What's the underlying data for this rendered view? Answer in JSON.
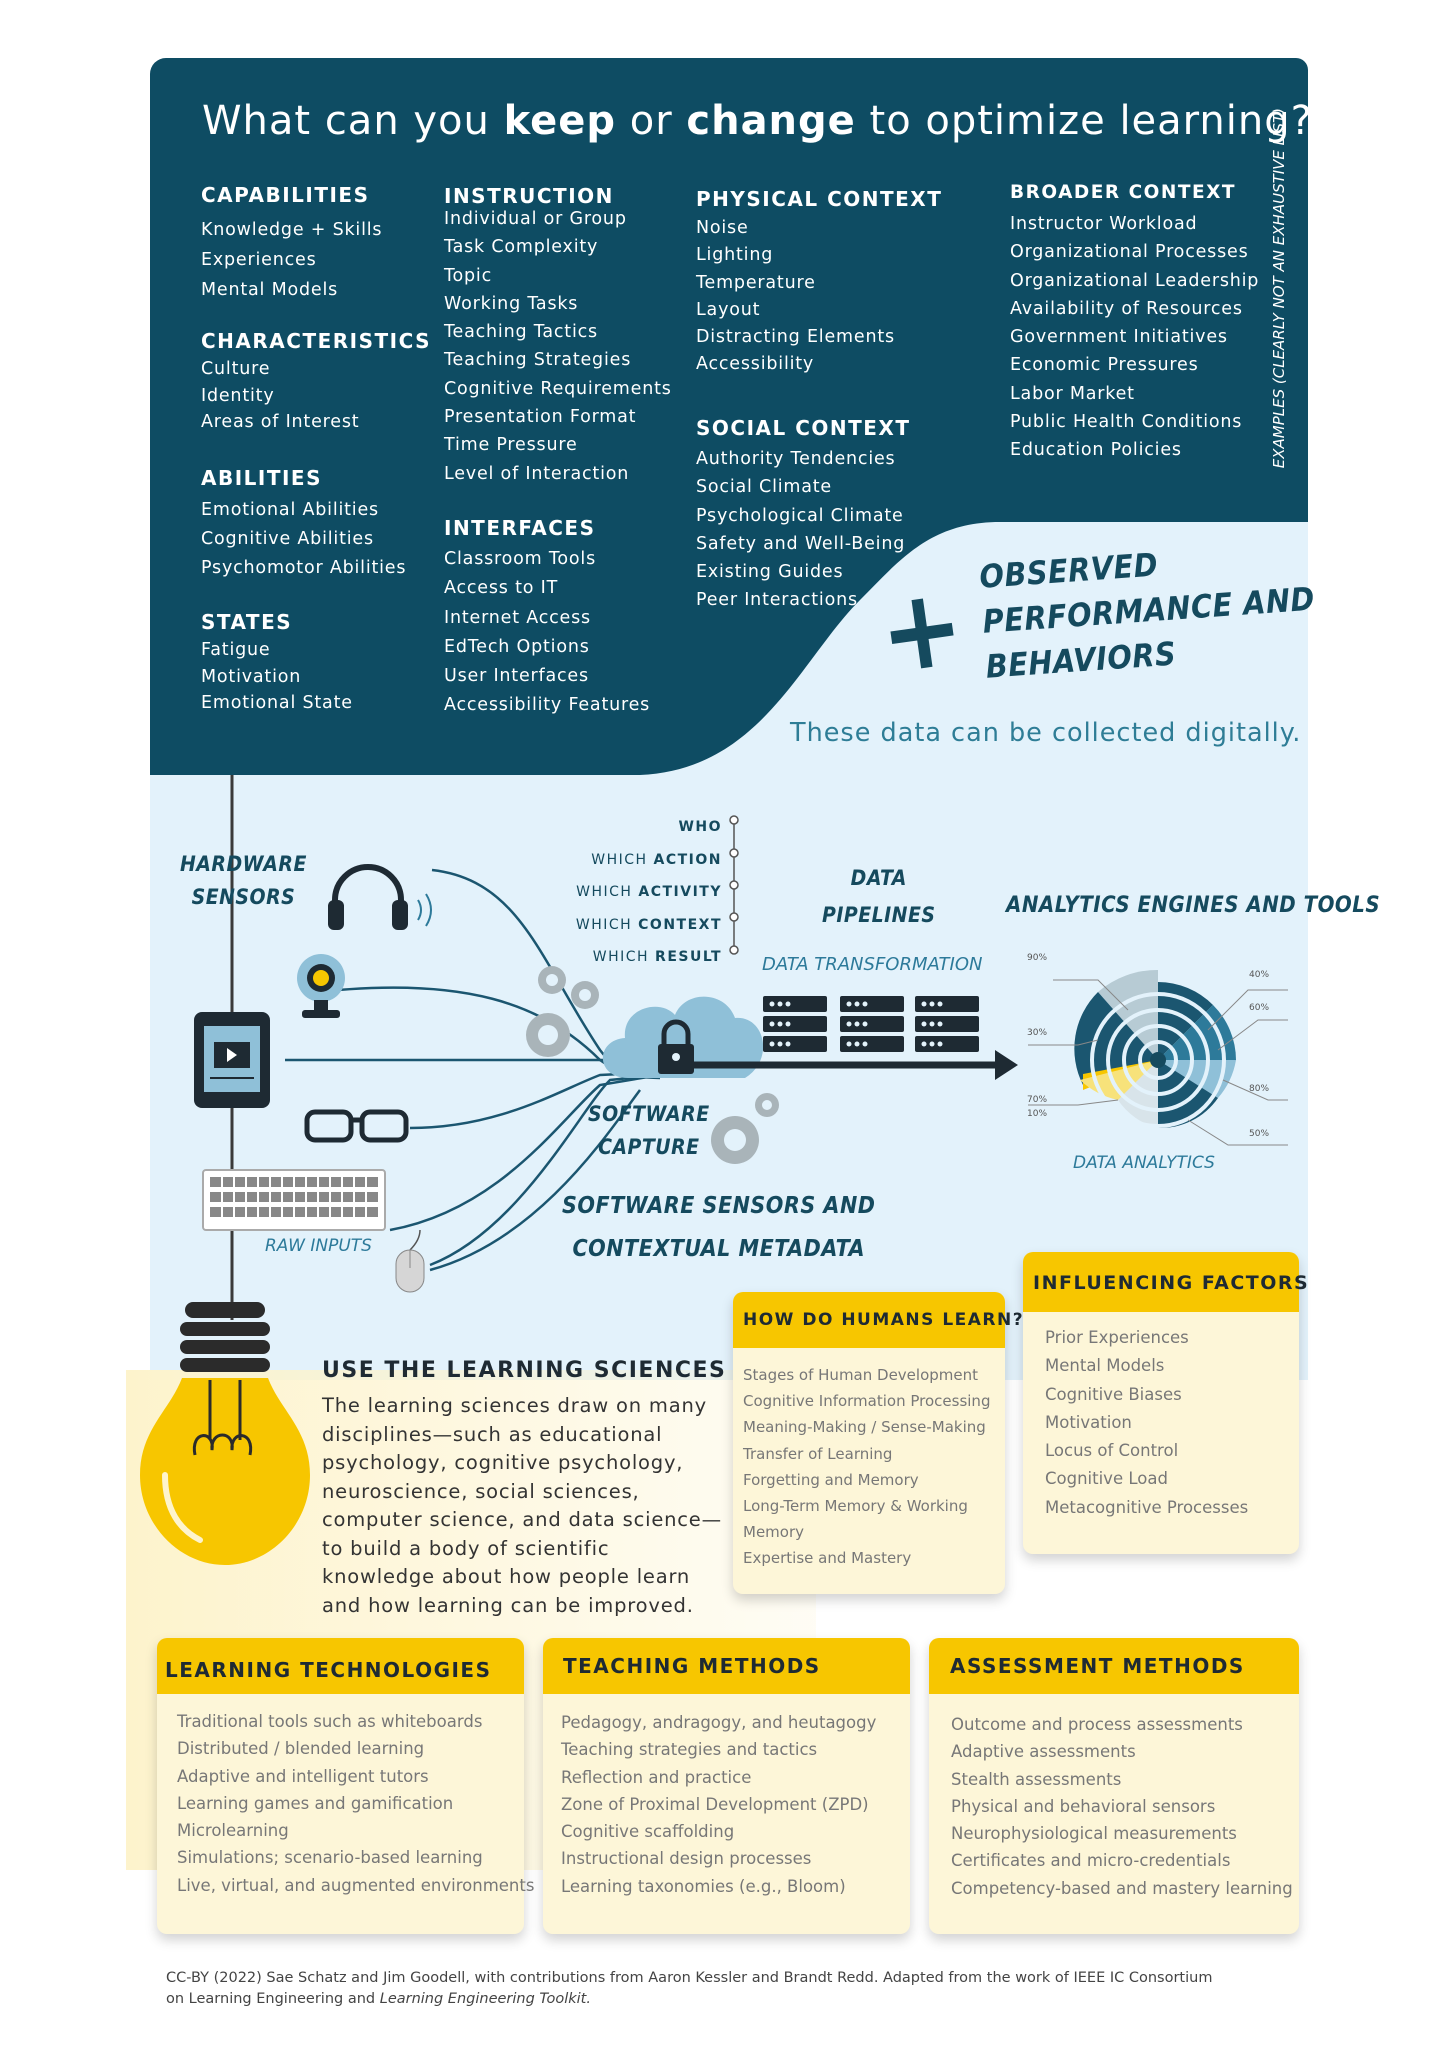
{
  "title": {
    "pre": "What can you ",
    "keep": "keep",
    "mid": " or ",
    "change": "change",
    "post": " to optimize learning?"
  },
  "side_note": "EXAMPLES (CLEARLY NOT AN EXHAUSTIVE LIST)",
  "col1": {
    "capabilities": {
      "heading": "CAPABILITIES",
      "items": [
        "Knowledge + Skills",
        "Experiences",
        "Mental Models"
      ]
    },
    "characteristics": {
      "heading": "CHARACTERISTICS",
      "items": [
        "Culture",
        "Identity",
        "Areas of Interest"
      ]
    },
    "abilities": {
      "heading": "ABILITIES",
      "items": [
        "Emotional Abilities",
        "Cognitive Abilities",
        "Psychomotor Abilities"
      ]
    },
    "states": {
      "heading": "STATES",
      "items": [
        "Fatigue",
        "Motivation",
        "Emotional State"
      ]
    }
  },
  "col2": {
    "instruction": {
      "heading": "INSTRUCTION",
      "items": [
        "Individual or Group",
        "Task Complexity",
        "Topic",
        "Working Tasks",
        "Teaching Tactics",
        "Teaching Strategies",
        "Cognitive Requirements",
        "Presentation Format",
        "Time Pressure",
        "Level of Interaction"
      ]
    },
    "interfaces": {
      "heading": "INTERFACES",
      "items": [
        "Classroom Tools",
        "Access to IT",
        "Internet Access",
        "EdTech Options",
        "User Interfaces",
        "Accessibility Features"
      ]
    }
  },
  "col3": {
    "physical": {
      "heading": "PHYSICAL CONTEXT",
      "items": [
        "Noise",
        "Lighting",
        "Temperature",
        "Layout",
        "Distracting Elements",
        "Accessibility"
      ]
    },
    "social": {
      "heading": "SOCIAL CONTEXT",
      "items": [
        "Authority Tendencies",
        "Social Climate",
        "Psychological Climate",
        "Safety and Well-Being",
        "Existing Guides",
        "Peer Interactions"
      ]
    }
  },
  "col4": {
    "broader": {
      "heading": "BROADER CONTEXT",
      "items": [
        "Instructor Workload",
        "Organizational Processes",
        "Organizational Leadership",
        "Availability of Resources",
        "Government Initiatives",
        "Economic Pressures",
        "Labor Market",
        "Public Health Conditions",
        "Education Policies"
      ]
    }
  },
  "observed": {
    "plus": "+",
    "lines": [
      "OBSERVED",
      "PERFORMANCE AND",
      "BEHAVIORS"
    ],
    "subtitle": "These data can be collected digitally."
  },
  "pipeline": {
    "hardware_sensors": [
      "HARDWARE",
      "SENSORS"
    ],
    "raw_inputs": "RAW INPUTS",
    "software_capture": [
      "SOFTWARE",
      "CAPTURE"
    ],
    "software_sensors": [
      "SOFTWARE SENSORS AND",
      "CONTEXTUAL METADATA"
    ],
    "metadata": [
      {
        "pre": "",
        "bold": "WHO"
      },
      {
        "pre": "WHICH ",
        "bold": "ACTION"
      },
      {
        "pre": "WHICH ",
        "bold": "ACTIVITY"
      },
      {
        "pre": "WHICH ",
        "bold": "CONTEXT"
      },
      {
        "pre": "WHICH ",
        "bold": "RESULT"
      }
    ],
    "data_pipelines": [
      "DATA",
      "PIPELINES"
    ],
    "data_transformation": "DATA TRANSFORMATION",
    "analytics_engines": "ANALYTICS ENGINES AND TOOLS",
    "data_analytics": "DATA ANALYTICS",
    "analytics_labels": [
      "90%",
      "30%",
      "70%",
      "10%",
      "40%",
      "60%",
      "80%",
      "50%"
    ]
  },
  "learning_sciences": {
    "heading": "USE THE LEARNING SCIENCES",
    "body": "The learning sciences draw on many disciplines—such as educational psychology, cognitive psychology, neuroscience, social sciences, computer science, and data science—to build a body of scientific knowledge about how people learn and how learning can be improved."
  },
  "how_humans_learn": {
    "heading": "HOW DO HUMANS LEARN?",
    "items": [
      "Stages of Human Development",
      "Cognitive Information Processing",
      "Meaning-Making / Sense-Making",
      "Transfer of Learning",
      "Forgetting and Memory",
      "Long-Term Memory & Working",
      "Memory",
      "Expertise and Mastery"
    ]
  },
  "influencing_factors": {
    "heading": "INFLUENCING FACTORS",
    "items": [
      "Prior Experiences",
      "Mental Models",
      "Cognitive Biases",
      "Motivation",
      "Locus of Control",
      "Cognitive Load",
      "Metacognitive Processes"
    ]
  },
  "learning_technologies": {
    "heading": "LEARNING TECHNOLOGIES",
    "items": [
      "Traditional tools such as whiteboards",
      "Distributed / blended learning",
      "Adaptive and intelligent tutors",
      "Learning games and gamification",
      "Microlearning",
      "Simulations; scenario-based learning",
      "Live, virtual, and augmented environments"
    ]
  },
  "teaching_methods": {
    "heading": "TEACHING METHODS",
    "items": [
      "Pedagogy, andragogy, and heutagogy",
      "Teaching strategies and tactics",
      "Reflection and practice",
      "Zone of Proximal Development (ZPD)",
      "Cognitive scaffolding",
      "Instructional design processes",
      "Learning taxonomies (e.g., Bloom)"
    ]
  },
  "assessment_methods": {
    "heading": "ASSESSMENT METHODS",
    "items": [
      "Outcome and process assessments",
      "Adaptive assessments",
      "Stealth assessments",
      "Physical and behavioral sensors",
      "Neurophysiological measurements",
      "Certificates and micro-credentials",
      "Competency-based and mastery learning"
    ]
  },
  "footer": {
    "line1": "CC-BY (2022) Sae Schatz and Jim Goodell, with contributions from Aaron Kessler and Brandt Redd. Adapted from the work of IEEE IC Consortium",
    "line2_pre": "on Learning Engineering and ",
    "line2_ital": "Learning Engineering Toolkit."
  },
  "colors": {
    "navy": "#0e4c63",
    "light_blue": "#e3f2fb",
    "yellow": "#f7c600",
    "cream": "#fdf6d8",
    "text_dark": "#154a5e"
  }
}
